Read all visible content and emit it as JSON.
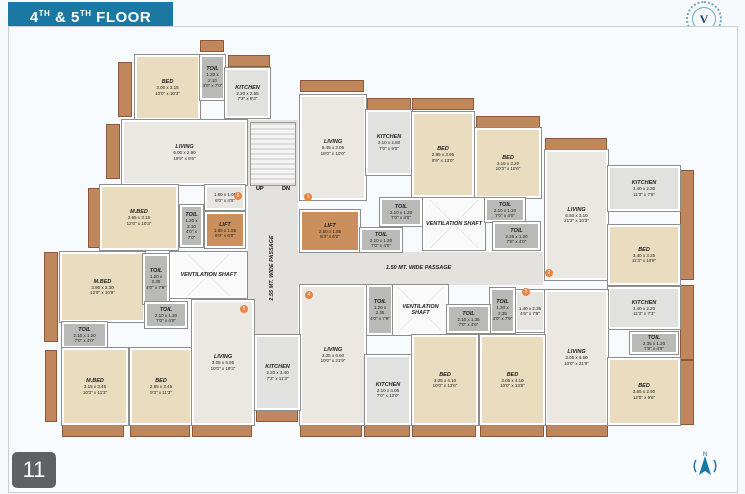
{
  "header": {
    "title_prefix": "4",
    "sup1": "TH",
    "mid": " & 5",
    "sup2": "TH",
    "title_suffix": " FLOOR"
  },
  "logo": {
    "letter": "V"
  },
  "page_number": "11",
  "compass": {
    "label": "N",
    "icon": "north-arrow-icon"
  },
  "colors": {
    "header": "#1b78a3",
    "balcony": "#c0875d",
    "unit_marker": "#e8843f"
  },
  "circulation": {
    "main_passage": "2.55 MT. WIDE PASSAGE",
    "side_passage": "1.50 MT. WIDE PASSAGE",
    "stair_up": "UP",
    "stair_down": "DN"
  },
  "unit_numbers": [
    "1",
    "2",
    "3",
    "4",
    "5",
    "6"
  ],
  "rooms": [
    {
      "type": "bed",
      "name": "BED",
      "m": "3.00 x 3.15",
      "ft": "10'0\" x 10'3\""
    },
    {
      "type": "toil",
      "name": "TOIL",
      "m": "1.20 x 2.10",
      "ft": "4'0\" x 7'0\""
    },
    {
      "type": "kitchen",
      "name": "KITCHEN",
      "m": "2.20 x 2.55",
      "ft": "7'3\" x 8'3\""
    },
    {
      "type": "living",
      "name": "LIVING",
      "m": "6.00 x 2.90",
      "ft": "19'9\" x 9'6\""
    },
    {
      "type": "misc",
      "name": "",
      "m": "1.80 x 1.05",
      "ft": "6'0\" x 4'0\""
    },
    {
      "type": "bed",
      "name": "M.BED",
      "m": "3.65 x 3.15",
      "ft": "12'0\" x 10'3\""
    },
    {
      "type": "toil",
      "name": "TOIL",
      "m": "1.20 x 2.10",
      "ft": "4'0\" x 7'0\""
    },
    {
      "type": "lift",
      "name": "LIFT",
      "m": "1.85 x 1.85",
      "ft": "6'0\" x 6'0\""
    },
    {
      "type": "living",
      "name": "LIVING",
      "m": "5.45 x 3.05",
      "ft": "18'0\" x 10'0\""
    },
    {
      "type": "kitchen",
      "name": "KITCHEN",
      "m": "2.10 x 2.80",
      "ft": "7'0\" x 9'0\""
    },
    {
      "type": "bed",
      "name": "BED",
      "m": "2.95 x 3.95",
      "ft": "9'9\" x 13'0\""
    },
    {
      "type": "bed",
      "name": "BED",
      "m": "3.15 x 3.20",
      "ft": "10'3\" x 10'6\""
    },
    {
      "type": "lift",
      "name": "LIFT",
      "m": "2.50 x 1.85",
      "ft": "8'3\" x 6'0\""
    },
    {
      "type": "toil",
      "name": "TOIL",
      "m": "2.10 x 1.20",
      "ft": "7'0\" x 4'0\""
    },
    {
      "type": "toil",
      "name": "TOIL",
      "m": "2.10 x 1.20",
      "ft": "7'0\" x 4'0\""
    },
    {
      "type": "shaft",
      "name": "VENTILATION SHAFT",
      "m": "",
      "ft": ""
    },
    {
      "type": "toil",
      "name": "TOIL",
      "m": "2.10 x 1.20",
      "ft": "7'0\" x 4'0\""
    },
    {
      "type": "toil",
      "name": "TOIL",
      "m": "2.25 x 1.20",
      "ft": "7'6\" x 4'0\""
    },
    {
      "type": "living",
      "name": "LIVING",
      "m": "6.50 x 3.10",
      "ft": "21'3\" x 10'3\""
    },
    {
      "type": "kitchen",
      "name": "KITCHEN",
      "m": "3.40 x 2.30",
      "ft": "11'3\" x 7'6\""
    },
    {
      "type": "bed",
      "name": "BED",
      "m": "3.40 x 3.25",
      "ft": "11'3\" x 10'9\""
    },
    {
      "type": "kitchen",
      "name": "KITCHEN",
      "m": "3.40 x 2.20",
      "ft": "11'3\" x 7'3\""
    },
    {
      "type": "toil",
      "name": "TOIL",
      "m": "2.35 x 1.20",
      "ft": "7'9\" x 4'0\""
    },
    {
      "type": "misc",
      "name": "",
      "m": "1.40 x 2.35",
      "ft": "4'6\" x 7'9\""
    },
    {
      "type": "living",
      "name": "LIVING",
      "m": "3.05 x 6.60",
      "ft": "10'0\" x 21'9\""
    },
    {
      "type": "bed",
      "name": "BED",
      "m": "3.65 x 2.90",
      "ft": "12'0\" x 9'6\""
    },
    {
      "type": "toil",
      "name": "TOIL",
      "m": "1.20 x 2.35",
      "ft": "4'0\" x 7'9\""
    },
    {
      "type": "bed",
      "name": "BED",
      "m": "3.05 x 4.10",
      "ft": "10'0\" x 13'6\""
    },
    {
      "type": "living",
      "name": "LIVING",
      "m": "3.05 x 6.60",
      "ft": "10'0\" x 21'9\""
    },
    {
      "type": "toil",
      "name": "TOIL",
      "m": "1.20 x 2.35",
      "ft": "4'0\" x 7'9\""
    },
    {
      "type": "shaft",
      "name": "VENTILATION SHAFT",
      "m": "",
      "ft": ""
    },
    {
      "type": "toil",
      "name": "TOIL",
      "m": "2.10 x 1.35",
      "ft": "7'0\" x 4'6\""
    },
    {
      "type": "kitchen",
      "name": "KITCHEN",
      "m": "2.10 x 3.05",
      "ft": "7'0\" x 10'0\""
    },
    {
      "type": "bed",
      "name": "BED",
      "m": "3.05 x 4.10",
      "ft": "10'0\" x 13'6\""
    },
    {
      "type": "bed",
      "name": "M.BED",
      "m": "3.90 x 3.30",
      "ft": "12'9\" x 10'9\""
    },
    {
      "type": "toil",
      "name": "TOIL",
      "m": "1.20 x 2.35",
      "ft": "4'0\" x 7'9\""
    },
    {
      "type": "shaft",
      "name": "VENTILATION SHAFT",
      "m": "",
      "ft": ""
    },
    {
      "type": "toil",
      "name": "TOIL",
      "m": "2.10 x 1.20",
      "ft": "7'0\" x 4'0\""
    },
    {
      "type": "toil",
      "name": "TOIL",
      "m": "2.10 x 1.20",
      "ft": "7'0\" x 4'0\""
    },
    {
      "type": "bed",
      "name": "M.BED",
      "m": "3.15 x 3.45",
      "ft": "10'3\" x 11'3\""
    },
    {
      "type": "bed",
      "name": "BED",
      "m": "2.85 x 3.45",
      "ft": "9'3\" x 11'3\""
    },
    {
      "type": "living",
      "name": "LIVING",
      "m": "3.05 x 5.85",
      "ft": "10'0\" x 19'3\""
    },
    {
      "type": "kitchen",
      "name": "KITCHEN",
      "m": "2.20 x 3.40",
      "ft": "7'3\" x 11'3\""
    }
  ]
}
